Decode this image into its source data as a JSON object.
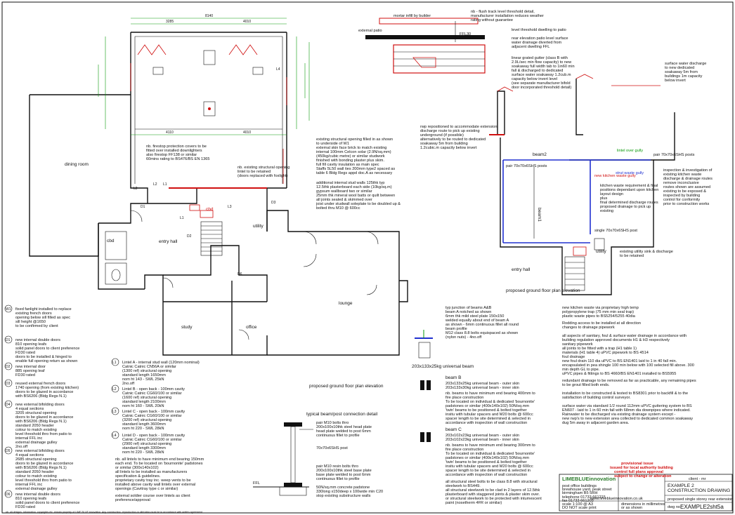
{
  "rooms": {
    "dining": "dining room",
    "entry": "entry hall",
    "utility": "utility",
    "cbd": "cbd",
    "lounge": "lounge",
    "study": "study",
    "office": "office",
    "entry_hall_right": "entry hall",
    "utility_right": "utility",
    "cbd_red": "cbd"
  },
  "dims": {
    "total": "8140",
    "d1": "3285",
    "d2": "4010",
    "d3": "4110",
    "d4": "4010"
  },
  "labels": {
    "plan_elev": "proposed ground floor plan elevation",
    "plan_elev2": "proposed ground floor plan elevation",
    "beam2": "beam2",
    "beam1": "beam1",
    "universal_beam": "203x133x25kg universal beam",
    "beam_b": "beam B",
    "beam_c": "beam C",
    "connection": "typical beam/post connection detail",
    "post": "70x70x6SHS post",
    "ffl": "FFL",
    "threshold_title": "level threshold dwelling to patio",
    "existing_patio": "external patio",
    "ffl30": "FFL30",
    "rsj1": "203x133x25kg universal beam - outer skin",
    "rsj2": "203x133x30kg universal beam - inner skin"
  },
  "notes": {
    "nb_firestop": "nb. firestop protection covers to be fitted over installed downlighters\nalso firestop FF138 or similar\n60mins rating to BS476/BS EN 1365",
    "existing_opening": "existing structural opening filled in as shown\nto underside of W1\nexternal skin face brick to match existing\ninternal 100mm Celcon solar (2.9N/sq.mm)\n(450kg/cubic metre) or similar studwork\nfinished with bonding plaster plus skim.\nfull fill cavity insulation as main spec\nStaffs 5L50 wall ties 200mm type2 spaced as\ntable 6 Bldg Regs appd doc.A as necessary",
    "additional_wall": "additional internal stud walls 125thk typ\n12.5thk plasterboard each side (10kg/sq.m)\ngypsum wallboard two or similar\n25mm thk mineral wool batts or quilt between\nall joints sealed & skimmed over\njoist under studwall soleplate to be doubled up &\nbolted thru M10 @ 600cc",
    "rwp": "rwp repositioned to accommodate extension\ndischarge route to pick up existing\nunderground (if possible)\nalternatively to be routed to dedicated\nsoakaway 5m from building\n1.2cubic.m capacity below invert",
    "surface_water": "surface water discharge\nto new dedicated\nsoakaway 5m from\nbuildings 1m capacity\nbelow invert",
    "inspection": "inspection & investigation of\nexisting kitchen waste\ndischarge & drainage routes\nremove inconclusive\nroutes shown are assumed\nexisting to be exposed &\ninspected by building\ncontrol for conformity\nprior to construction works",
    "kitchen_waste": "new kitchen waste via proprietary high temp\npolypropylene trap (75 mm min seal trap)\nplastic waste pipes to BS5254/5255 40dia",
    "rodding": "Rodding access to be installed at all direction\nchanges to drainage pipework",
    "sanitary": "all aspects of sanitary, foul & surface water drainage in accordance with\nbuilding regulation approved documents H1 & H3 respectively\nsanitary pipework\nall joints to be fitted with a trap (H1 table 1)\nmaterials (H1 table 4) uPVC pipework to BS 4514\nfoul drainage\nnew foul drain 110 dia uPVC to BS EN1401 laid to 1 in 40 fall min.\nencapsulated in pea shingle 100 min below with 100 selected fill above. 300\nmin depth GL to pipe.\nuPVC pipes & fittings to BS 4660/BS EN1401 installed to BS5955",
    "redundant": "redundant drainage to be removed as far as practicable, any remaining pipes\nto be grout filled both ends.",
    "installation": "installation to be constructed & tested to BS8301 prior to backfill & to the\nsatisfaction of building control surveyor.",
    "gutter": "surface water via standard 1/2 round 112mm uPVC guttering system to BS\nEN607 - laid to 1 in 60 min fall with 68mm dia downpipes where indicated.\nRainwater to be discharged via existing drainage system except -\nnew rwp's to new extension area collected to dedicated common soakaway\ndug 5m away in adjacent garden area.",
    "beam_a": "typ junction of beams A&B\nbeam A notched as shown\n6mm thk mild steel plate 150x150\nwelded equally about end of beam A\nas shown - 6mm continuous fillet all round\nbeam profile\nM12 class 8.8 bolts equispaced as shown\n(nylon nuts) - 4no.off",
    "beam_b_note": "nb. beams to have minimum end bearing 400mm to\nfire place construction\nTo be located on individual & dedicated 'bournonite'\npadstones or similar (400x140x102) 50N/sq.mm\n'twin' beams to be positioned & bolted together\ninsitu with tubular spacers and M20 bolts @ 600cc\nspacer length to be site determined & selected in\naccordance with inspection of wall construction",
    "beam_c_note": "nb. beams to have minimum end bearing 300mm to\nfire place construction\nTo be located on individual & dedicated 'bournonite'\npadstones or similar (400x140x102) 50N/sq.mm\n'twin' beams to be positioned & bolted together\ninsitu with tubular spacers and M20 bolts @ 600cc\nspacer length to be site determined & selected in\naccordance with inspection of wall construction",
    "steel_bolts": "all structural steel bolts to be class 8.8 with structural\nsteelwork to BS449.\nall structural steelwork to be clad in 2 layers of 12.5thk\nplasterboard with staggered joints & plaster skim over.\nor structural steelwork to be protected with intumescent\npaint (nosetherm 4FR or similar)",
    "connection_note": "pair M10 bolts thro\n200x100x10thk steel head plate\nhead plate welded to post 6mm\ncontinuous fillet to profile",
    "connection_note2": "pair M10 resin bolts thro\n200x100x10thk steel base plate\nbase plate welded to post 6mm\ncontinuous fillet to profile",
    "padstone": "50N/sq.mm concrete padstone\n330long x150deep x 100wide min C20\nstop existing substructure walls",
    "threshold_nb": "nb - flush track level threshold detail,\nmanufacturer installation reduces weather\nrating without guarantee",
    "threshold_right": "rear elevation patio level surface\nwater drainage diverted from\nadjacent dwelling FFL",
    "threshold_gutter": "linear grated gutter (class B with\n2.9L/sec min flow capacity) to new\nsoakaway full width tab to 1in60 min\nfall & discharged to dedicated\nsurface water soakaway 1.2cub.m\ncapacity below invert level\n(see separate manufacturer bifold\ndoor incorporated threshold detail)",
    "mortar": "mortar infill by builder",
    "existing_ext_wall": "nb. existing structural opening\nlintel to be retained\n(doors replaced with foxlight)",
    "drainage_sink": "existing utility sink & discharge\nto be retained",
    "kitchen_waste_right": "kitchen waste requirement & final\npositions dependant upon kitchen\nlayout design\nplus\nfinal determined discharge routes\nproposed drainage to pick up\nexisting"
  },
  "legend_left": [
    {
      "num": "W1",
      "text": "fixed fanlight installed to replace\nexisting french doors\nopening below sill filled as spec\nsill height @1650\nto be confirmed by client"
    },
    {
      "num": "D1",
      "text": "new internal double doors\n810 opening leafs\nsolid panel doors to client preference\nFD30 rated\ndoors to be installed & hinged to\nenable full opening return as shown"
    },
    {
      "num": "D2",
      "text": "new internal door\n885 opening leaf\nFD30 rated"
    },
    {
      "num": "D3",
      "text": "reused external french doors\n1740 opening (from existing kitchen)\ndoors to be glazed in accordance\nwith BS6206 (Bldg Regs N.1)"
    },
    {
      "num": "D4",
      "text": "new external bifolding doors\n4 equal sections\n3205 structural opening\ndoors to be glazed in accordance\nwith BS6206 (Bldg Regs N.1)\nstandard 2050 header\ncolour to match existing\nlevel threshold thro from patio to\ninternal FFL inc\nexternal drainage gulley\n2no.off"
    },
    {
      "num": "D5",
      "text": "new external bifolding doors\n4 equal sections\n2685 structural opening\ndoors to be glazed in accordance\nwith BS6206 (Bldg Regs N.1)\nstandard 2050 header\ncolour to match existing\nlevel threshold thro from patio to\ninternal FFL inc\nexternal drainage gulley"
    },
    {
      "num": "D6",
      "text": "new internal double doors\n810 opening leafs\nsolid panel doors to client preference\nFD30 rated"
    }
  ],
  "lintels": [
    {
      "num": "L1",
      "text": "Lintel A - internal stud wall (120mm nominal)\nCatnic Catnic CN56A or similar\n(1300 ref) structural opening\nstandard length 1650mm\nnom ht 143 - SWL 25kN\n2no.off"
    },
    {
      "num": "L2",
      "text": "Lintel B - open back - 100mm cavity\nCatnic Catnic CG60/100 or similar\n(1600 ref) structural opening\nstandard length 2100mm\nnom ht 160 - SWL 20kN"
    },
    {
      "num": "L3",
      "text": "Lintel C - open back - 100mm cavity\nCatnic Catnic CG60/100 or similar\n(3200 ref) structural opening\nstandard length 3600mm\nnom ht 220 - SWL 28kN"
    },
    {
      "num": "L4",
      "text": "Lintel D - open back - 100mm cavity\nCatnic Catnic CG60/100 or similar\n(2900 ref) structural opening\nstandard length 3300mm\nnom ht 220 - SWL 28kN"
    },
    {
      "num": "",
      "text": "nb. all lintels to have minimum end bearing 150mm\neach end. To be located on 'bournonite' padstones\nor similar (300x140x102)\nall lintels to be installed as manufacturers\nspecification & guidelines.\nproprietary cavity tray inc. weep vents to be\ninstalled above cavity wall lintels over external\nopenings (Cavitray type c or similar)"
    },
    {
      "num": "",
      "text": "external soldier course over lintels as client\npreference/approval"
    }
  ],
  "titleblock": {
    "logo": "LIMEBLUEinnovation",
    "address": "post office buildings\nbrewhouse yard, peak street\nbirmingham B5 5RH",
    "tel": "telephone 01733 661215\nfax 01733 661203",
    "web": "www.limeblueinnovation.co.uk",
    "stamp1": "provisional issue",
    "stamp2": "issued for local authority building",
    "stamp3": "control full plans approval",
    "stamp4": "subject to change or alteration",
    "client": "client - mr",
    "project": "EXAMPLE 2\nCONSTRUCTION DRAWING",
    "desc": "proposed single storey rear extension",
    "scale": "scale 1:100 @ A3\nDO NOT scale print",
    "dim_note": "dimensions in millimetres\nor as shown",
    "dwg_label": "dwg no.",
    "dwg_no": "EXAMPLE2sht5a",
    "footer": "nb. all designs, information, copyrights etc. remain property of LIME BLUE innovation. Any construction, reproduction or alteration must be in accordance with written agreement"
  },
  "colors": {
    "red": "#d01010",
    "green": "#0a9a0a",
    "blue": "#2030d0",
    "logo_green": "#2d7d2d",
    "logo_blue": "#1f5fbf"
  }
}
